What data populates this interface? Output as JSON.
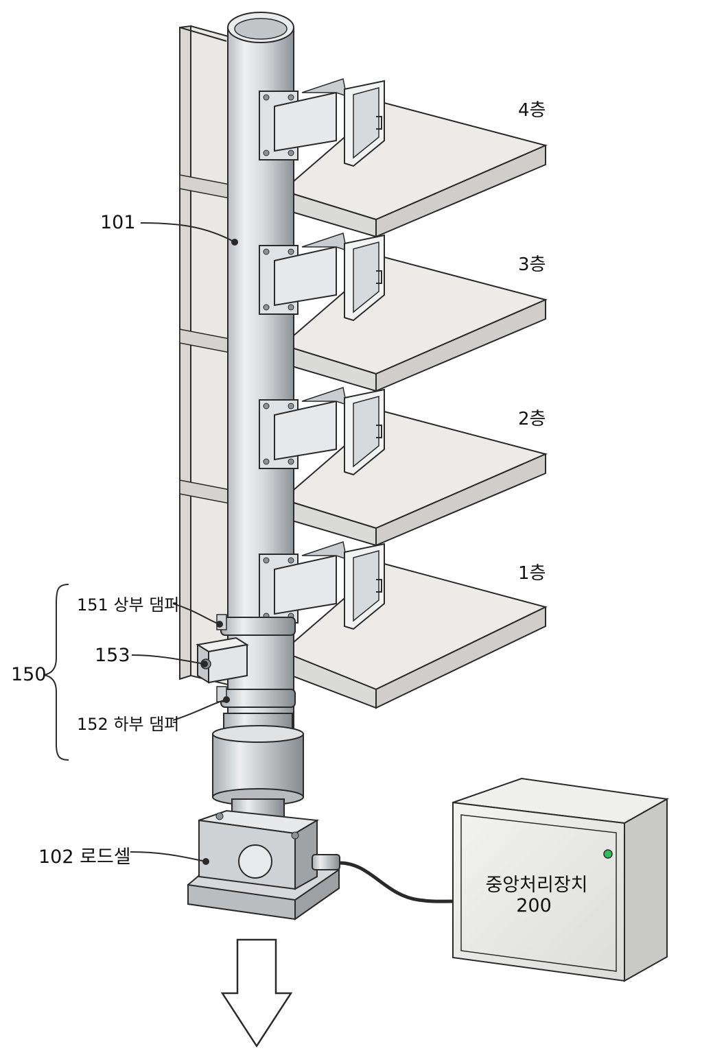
{
  "labels": {
    "shaft": "101",
    "load_cell": "102 로드셀",
    "damper_group": "150",
    "upper_damper": "151 상부 댐퍼",
    "sensor_box": "153",
    "lower_damper": "152 하부 댐퍼",
    "cpu_name": "중앙처리장치",
    "cpu_number": "200"
  },
  "floors": [
    {
      "label": "4층"
    },
    {
      "label": "3층"
    },
    {
      "label": "2층"
    },
    {
      "label": "1층"
    }
  ],
  "icons": {
    "arrow": "down-arrow-icon",
    "status_led": "status-led-icon"
  },
  "colors": {
    "line": "#2a2a2a",
    "steel_light": "#eef0f1",
    "steel_mid": "#c9cdd0",
    "steel_dark": "#8e9397",
    "slab_top": "#ececea",
    "slab_side": "#cfcfcc",
    "wall": "#e6e5e2",
    "led": "#2fbf5a"
  }
}
